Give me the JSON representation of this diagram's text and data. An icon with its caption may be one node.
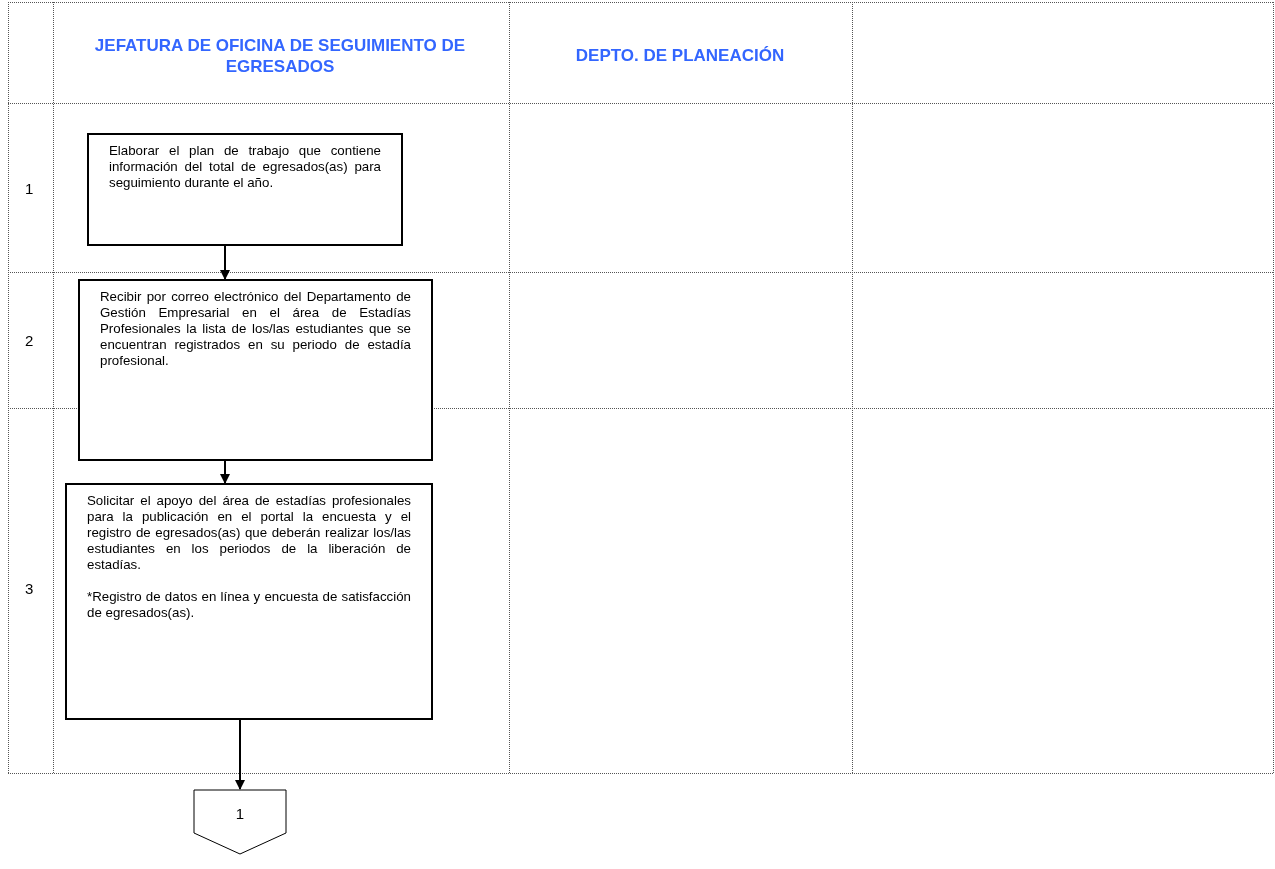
{
  "diagram": {
    "nodes": [
      {
        "text": [
          "Elaborar el plan de trabajo que contiene información del total de egresados(as) para seguimiento durante el año."
        ]
      },
      {
        "text": [
          "Recibir por correo electrónico del Departamento de Gestión Empresarial en el área de Estadías Profesionales la lista de los/las estudiantes que se encuentran registrados en su periodo de estadía profesional."
        ]
      },
      {
        "text": [
          "Solicitar el apoyo del área de estadías profesionales para la publicación en el portal la encuesta y el registro de egresados(as) que deberán realizar los/las estudiantes en los periodos de la liberación de estadías.",
          "*Registro de datos en línea y encuesta de satisfacción de egresados(as)."
        ]
      },
      {
        "text": [
          "1"
        ]
      }
    ],
    "edges": [
      {
        "from": 0,
        "to": 1,
        "arrow": "to"
      },
      {
        "from": 1,
        "to": 2,
        "arrow": "to"
      },
      {
        "from": 2,
        "to": 3,
        "arrow": "to"
      }
    ],
    "labels": [
      "JEFATURA DE OFICINA DE SEGUIMIENTO DE EGRESADOS",
      "DEPTO. DE PLANEACIÓN",
      "1",
      "2",
      "3"
    ]
  }
}
